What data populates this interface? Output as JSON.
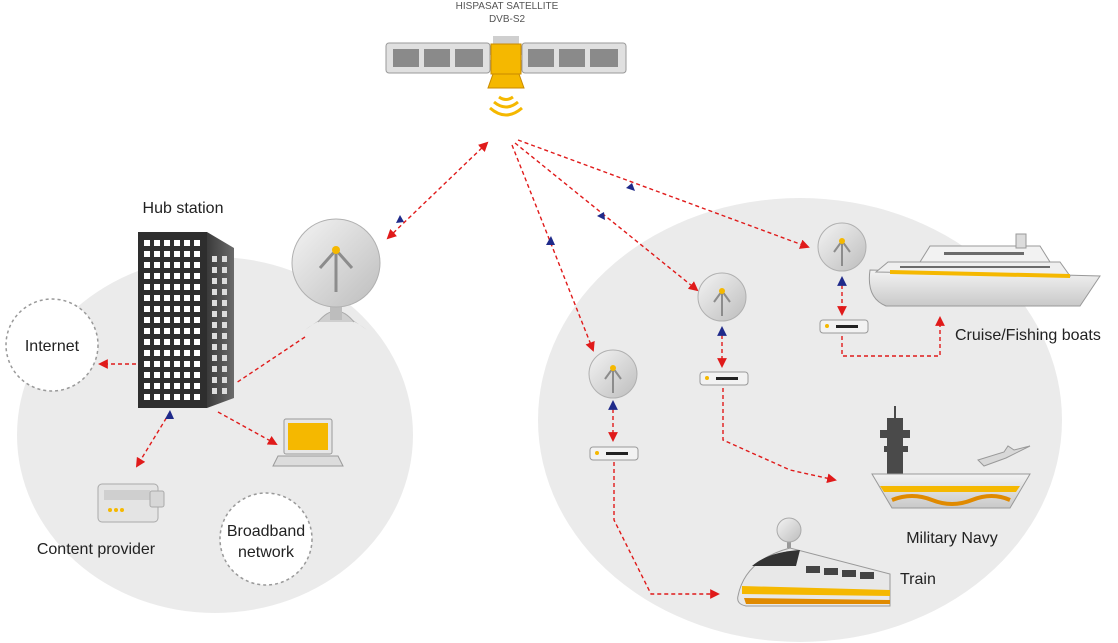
{
  "satellite": {
    "title": "HISPASAT SATELLITE",
    "standard": "DVB-S2",
    "icon": "satellite-icon"
  },
  "labels": {
    "hub_station": "Hub station",
    "internet": "Internet",
    "content_provider": "Content provider",
    "broadband_line1": "Broadband",
    "broadband_line2": "network",
    "cruise": "Cruise/Fishing boats",
    "navy": "Military Navy",
    "train": "Train"
  },
  "colors": {
    "link": "#e01a1a",
    "arrow_head_up": "#1f2a8a",
    "accent": "#f5b800",
    "background_blob": "#ebebeb"
  },
  "icons": [
    "satellite-icon",
    "building-icon",
    "satellite-dish-icon",
    "laptop-icon",
    "server-icon",
    "modem-icon",
    "cruise-ship-icon",
    "aircraft-carrier-icon",
    "train-icon",
    "airplane-icon"
  ]
}
